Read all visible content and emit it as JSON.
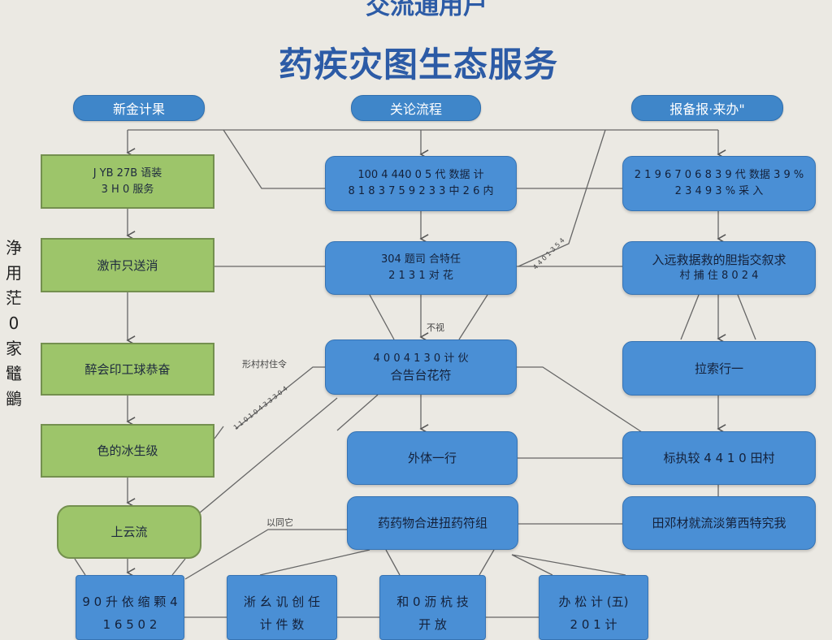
{
  "header": {
    "top_title": "交流通用户",
    "title": "药疾灾图生态服务"
  },
  "columns": [
    "新金计果",
    "关论流程",
    "报备报·来办\""
  ],
  "left_boxes": [
    {
      "line1": "J YB 27B 语装",
      "line2": "3 H 0 服务"
    },
    {
      "line1": "激市只送消"
    },
    {
      "line1": "醉会印工球恭奋"
    },
    {
      "line1": "色的冰生级"
    },
    {
      "line1": "上云流"
    }
  ],
  "middle_boxes": [
    {
      "line1": "100 4 440 0 5 代 数据 计",
      "line2": "8 1 8 3 7 5 9 2 3 3 中 2 6 内"
    },
    {
      "line1": "304 题司 合特任",
      "line2": "2 1 3 1 对 花"
    },
    {
      "line1": "4 0 0 4 1 3 0 计 伙",
      "line2": "合告台花符"
    },
    {
      "line1": "外体一行"
    },
    {
      "line1": "药药物合进扭药符组"
    }
  ],
  "right_boxes": [
    {
      "line1": "2 1 9 6 7 0 6 8 3 9 代 数据 3 9 %",
      "line2": "2 3 4 9 3     % 采 入"
    },
    {
      "line1": "入远救据救的胆指交叙求",
      "line2": "村 捕 住 8 0 2 4"
    },
    {
      "line1": "拉索行一"
    },
    {
      "line1": "标执较 4 4 1 0 田村"
    },
    {
      "line1": "田邓材就流淡第西特究我"
    }
  ],
  "bottom_boxes": [
    {
      "line1": "9 0 升 依 缩 颗 4",
      "line2": "1 6 5 0 2"
    },
    {
      "line1": "淅 幺 讥 创 任",
      "line2": "计 件 数"
    },
    {
      "line1": "和 0 沥 杭 技",
      "line2": "开 放"
    },
    {
      "line1": "办 松 计 (五)",
      "line2": "2 0 1 计"
    }
  ],
  "edge_labels": [
    "不视",
    "形村村住令",
    "以同它",
    "4 4 0 1 3 5 4",
    "1 1 0 1 0 4 3 3 3 0 4"
  ],
  "side_text": [
    "浄",
    "用",
    "茫",
    "0",
    "家",
    "鼊",
    "鶅"
  ],
  "colors": {
    "title": "#2c5ba6",
    "pill": "#3f86c9",
    "green": "#9dc56a",
    "blue": "#4a8fd5",
    "background": "#ebe9e3"
  }
}
